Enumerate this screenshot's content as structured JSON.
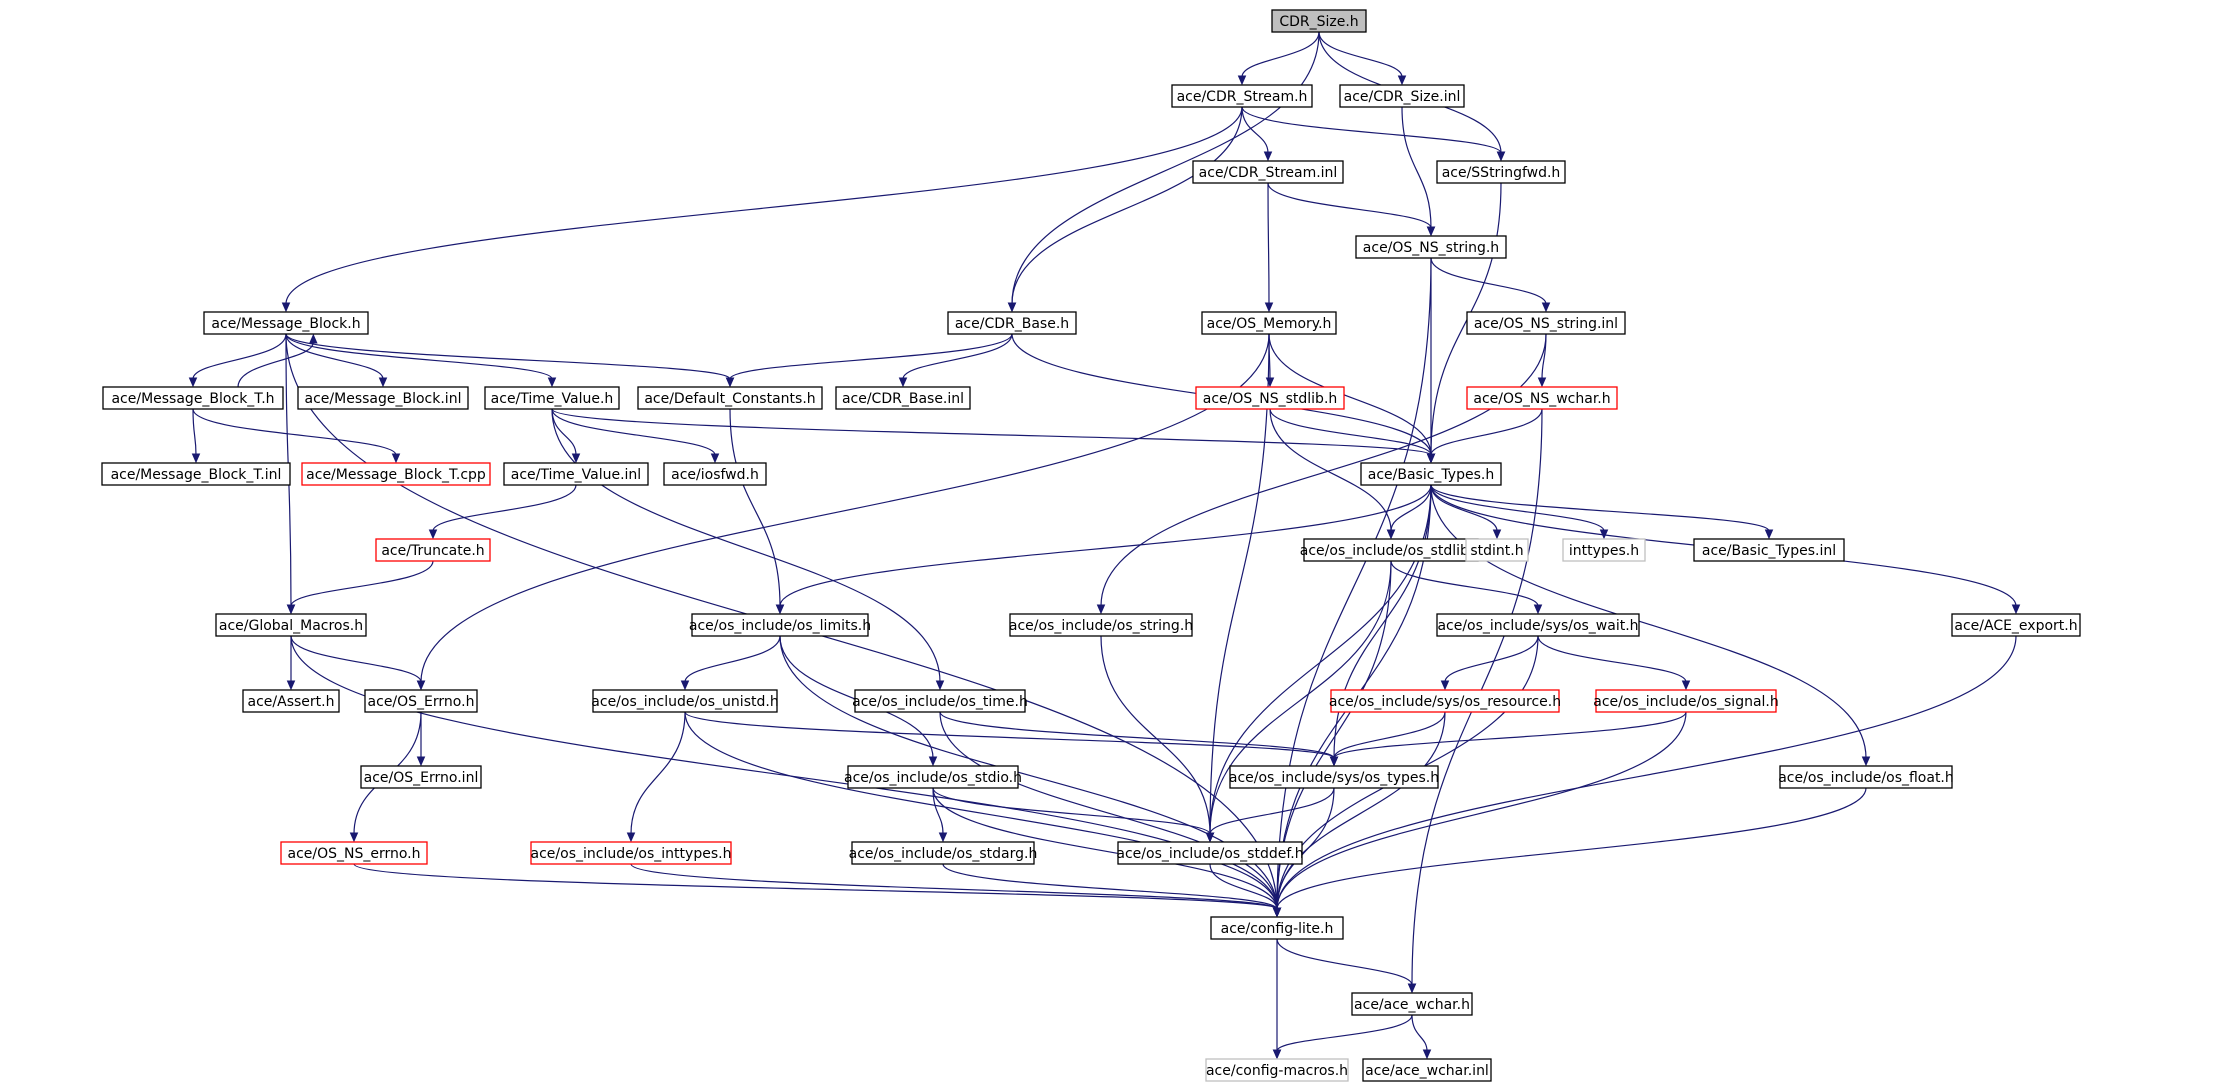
{
  "colors": {
    "edge": "#191970",
    "box_border": "#000000",
    "missing_border": "#ff0000",
    "system_border": "#bfbfbf",
    "root_fill": "#bfbfbf"
  },
  "nodes": [
    {
      "id": "cdr_size_h",
      "label": "CDR_Size.h",
      "style": "root"
    },
    {
      "id": "cdr_stream_h",
      "label": "ace/CDR_Stream.h",
      "style": "normal"
    },
    {
      "id": "cdr_size_inl",
      "label": "ace/CDR_Size.inl",
      "style": "normal"
    },
    {
      "id": "cdr_stream_inl",
      "label": "ace/CDR_Stream.inl",
      "style": "normal"
    },
    {
      "id": "sstringfwd_h",
      "label": "ace/SStringfwd.h",
      "style": "normal"
    },
    {
      "id": "os_ns_string_h",
      "label": "ace/OS_NS_string.h",
      "style": "normal"
    },
    {
      "id": "message_block_h",
      "label": "ace/Message_Block.h",
      "style": "normal"
    },
    {
      "id": "cdr_base_h",
      "label": "ace/CDR_Base.h",
      "style": "normal"
    },
    {
      "id": "os_memory_h",
      "label": "ace/OS_Memory.h",
      "style": "normal"
    },
    {
      "id": "os_ns_string_inl",
      "label": "ace/OS_NS_string.inl",
      "style": "normal"
    },
    {
      "id": "message_block_t_h",
      "label": "ace/Message_Block_T.h",
      "style": "normal"
    },
    {
      "id": "message_block_inl",
      "label": "ace/Message_Block.inl",
      "style": "normal"
    },
    {
      "id": "time_value_h",
      "label": "ace/Time_Value.h",
      "style": "normal"
    },
    {
      "id": "default_constants_h",
      "label": "ace/Default_Constants.h",
      "style": "normal"
    },
    {
      "id": "cdr_base_inl",
      "label": "ace/CDR_Base.inl",
      "style": "normal"
    },
    {
      "id": "os_ns_stdlib_h",
      "label": "ace/OS_NS_stdlib.h",
      "style": "red"
    },
    {
      "id": "os_ns_wchar_h",
      "label": "ace/OS_NS_wchar.h",
      "style": "red"
    },
    {
      "id": "message_block_t_inl",
      "label": "ace/Message_Block_T.inl",
      "style": "normal"
    },
    {
      "id": "message_block_t_cpp",
      "label": "ace/Message_Block_T.cpp",
      "style": "red"
    },
    {
      "id": "time_value_inl",
      "label": "ace/Time_Value.inl",
      "style": "normal"
    },
    {
      "id": "iosfwd_h",
      "label": "ace/iosfwd.h",
      "style": "normal"
    },
    {
      "id": "basic_types_h",
      "label": "ace/Basic_Types.h",
      "style": "normal"
    },
    {
      "id": "truncate_h",
      "label": "ace/Truncate.h",
      "style": "red"
    },
    {
      "id": "os_include_os_stdlib_h",
      "label": "ace/os_include/os_stdlib.h",
      "style": "normal"
    },
    {
      "id": "stdint_h",
      "label": "stdint.h",
      "style": "gray"
    },
    {
      "id": "inttypes_h",
      "label": "inttypes.h",
      "style": "gray"
    },
    {
      "id": "basic_types_inl",
      "label": "ace/Basic_Types.inl",
      "style": "normal"
    },
    {
      "id": "global_macros_h",
      "label": "ace/Global_Macros.h",
      "style": "normal"
    },
    {
      "id": "os_include_os_limits_h",
      "label": "ace/os_include/os_limits.h",
      "style": "normal"
    },
    {
      "id": "os_include_os_string_h",
      "label": "ace/os_include/os_string.h",
      "style": "normal"
    },
    {
      "id": "os_include_sys_os_wait_h",
      "label": "ace/os_include/sys/os_wait.h",
      "style": "normal"
    },
    {
      "id": "ace_export_h",
      "label": "ace/ACE_export.h",
      "style": "normal"
    },
    {
      "id": "assert_h",
      "label": "ace/Assert.h",
      "style": "normal"
    },
    {
      "id": "os_errno_h",
      "label": "ace/OS_Errno.h",
      "style": "normal"
    },
    {
      "id": "os_include_os_unistd_h",
      "label": "ace/os_include/os_unistd.h",
      "style": "normal"
    },
    {
      "id": "os_include_os_time_h",
      "label": "ace/os_include/os_time.h",
      "style": "normal"
    },
    {
      "id": "os_include_sys_os_resource_h",
      "label": "ace/os_include/sys/os_resource.h",
      "style": "red"
    },
    {
      "id": "os_include_os_signal_h",
      "label": "ace/os_include/os_signal.h",
      "style": "red"
    },
    {
      "id": "os_errno_inl",
      "label": "ace/OS_Errno.inl",
      "style": "normal"
    },
    {
      "id": "os_include_os_stdio_h",
      "label": "ace/os_include/os_stdio.h",
      "style": "normal"
    },
    {
      "id": "os_include_sys_os_types_h",
      "label": "ace/os_include/sys/os_types.h",
      "style": "normal"
    },
    {
      "id": "os_include_os_float_h",
      "label": "ace/os_include/os_float.h",
      "style": "normal"
    },
    {
      "id": "os_ns_errno_h",
      "label": "ace/OS_NS_errno.h",
      "style": "red"
    },
    {
      "id": "os_include_os_inttypes_h",
      "label": "ace/os_include/os_inttypes.h",
      "style": "red"
    },
    {
      "id": "os_include_os_stdarg_h",
      "label": "ace/os_include/os_stdarg.h",
      "style": "normal"
    },
    {
      "id": "os_include_os_stddef_h",
      "label": "ace/os_include/os_stddef.h",
      "style": "normal"
    },
    {
      "id": "config_lite_h",
      "label": "ace/config-lite.h",
      "style": "normal"
    },
    {
      "id": "ace_wchar_h",
      "label": "ace/ace_wchar.h",
      "style": "normal"
    },
    {
      "id": "config_macros_h",
      "label": "ace/config-macros.h",
      "style": "gray"
    },
    {
      "id": "ace_wchar_inl",
      "label": "ace/ace_wchar.inl",
      "style": "normal"
    }
  ],
  "edges": [
    [
      "cdr_size_h",
      "cdr_stream_h"
    ],
    [
      "cdr_size_h",
      "cdr_size_inl"
    ],
    [
      "cdr_size_h",
      "sstringfwd_h"
    ],
    [
      "cdr_size_h",
      "cdr_base_h"
    ],
    [
      "cdr_stream_h",
      "message_block_h"
    ],
    [
      "cdr_stream_h",
      "cdr_stream_inl"
    ],
    [
      "cdr_stream_h",
      "sstringfwd_h"
    ],
    [
      "cdr_stream_h",
      "cdr_base_h"
    ],
    [
      "cdr_size_inl",
      "os_ns_string_h"
    ],
    [
      "cdr_stream_inl",
      "os_ns_string_h"
    ],
    [
      "cdr_stream_inl",
      "os_memory_h"
    ],
    [
      "sstringfwd_h",
      "basic_types_h"
    ],
    [
      "os_ns_string_h",
      "os_ns_string_inl"
    ],
    [
      "os_ns_string_h",
      "basic_types_h"
    ],
    [
      "os_ns_string_h",
      "config_lite_h"
    ],
    [
      "message_block_h",
      "message_block_t_h"
    ],
    [
      "message_block_h",
      "message_block_inl"
    ],
    [
      "message_block_h",
      "time_value_h"
    ],
    [
      "message_block_h",
      "default_constants_h"
    ],
    [
      "message_block_h",
      "global_macros_h"
    ],
    [
      "message_block_h",
      "config_lite_h"
    ],
    [
      "message_block_t_h",
      "message_block_h"
    ],
    [
      "message_block_t_h",
      "message_block_t_inl"
    ],
    [
      "message_block_t_h",
      "message_block_t_cpp"
    ],
    [
      "cdr_base_h",
      "default_constants_h"
    ],
    [
      "cdr_base_h",
      "cdr_base_inl"
    ],
    [
      "cdr_base_h",
      "basic_types_h"
    ],
    [
      "os_memory_h",
      "os_ns_stdlib_h"
    ],
    [
      "os_memory_h",
      "basic_types_h"
    ],
    [
      "os_memory_h",
      "os_errno_h"
    ],
    [
      "os_memory_h",
      "os_include_os_stddef_h"
    ],
    [
      "os_ns_string_inl",
      "os_ns_wchar_h"
    ],
    [
      "os_ns_string_inl",
      "os_include_os_string_h"
    ],
    [
      "time_value_h",
      "time_value_inl"
    ],
    [
      "time_value_h",
      "iosfwd_h"
    ],
    [
      "time_value_h",
      "basic_types_h"
    ],
    [
      "time_value_h",
      "os_include_os_time_h"
    ],
    [
      "default_constants_h",
      "os_include_os_limits_h"
    ],
    [
      "os_ns_stdlib_h",
      "basic_types_h"
    ],
    [
      "os_ns_stdlib_h",
      "os_include_os_stdlib_h"
    ],
    [
      "os_ns_wchar_h",
      "basic_types_h"
    ],
    [
      "os_ns_wchar_h",
      "ace_wchar_h"
    ],
    [
      "time_value_inl",
      "truncate_h"
    ],
    [
      "truncate_h",
      "global_macros_h"
    ],
    [
      "basic_types_h",
      "os_include_os_stdlib_h"
    ],
    [
      "basic_types_h",
      "stdint_h"
    ],
    [
      "basic_types_h",
      "inttypes_h"
    ],
    [
      "basic_types_h",
      "basic_types_inl"
    ],
    [
      "basic_types_h",
      "os_include_os_limits_h"
    ],
    [
      "basic_types_h",
      "ace_export_h"
    ],
    [
      "basic_types_h",
      "os_include_os_float_h"
    ],
    [
      "basic_types_h",
      "os_include_sys_os_types_h"
    ],
    [
      "basic_types_h",
      "os_include_os_stddef_h"
    ],
    [
      "basic_types_h",
      "config_lite_h"
    ],
    [
      "os_include_os_stdlib_h",
      "os_include_sys_os_wait_h"
    ],
    [
      "os_include_os_stdlib_h",
      "os_include_os_stddef_h"
    ],
    [
      "os_include_os_stdlib_h",
      "config_lite_h"
    ],
    [
      "global_macros_h",
      "assert_h"
    ],
    [
      "global_macros_h",
      "os_errno_h"
    ],
    [
      "global_macros_h",
      "config_lite_h"
    ],
    [
      "os_include_os_limits_h",
      "os_include_os_unistd_h"
    ],
    [
      "os_include_os_limits_h",
      "os_include_os_stdio_h"
    ],
    [
      "os_include_os_limits_h",
      "config_lite_h"
    ],
    [
      "os_include_os_string_h",
      "os_include_os_stddef_h"
    ],
    [
      "os_include_sys_os_wait_h",
      "os_include_sys_os_resource_h"
    ],
    [
      "os_include_sys_os_wait_h",
      "os_include_os_signal_h"
    ],
    [
      "os_include_sys_os_wait_h",
      "config_lite_h"
    ],
    [
      "ace_export_h",
      "config_lite_h"
    ],
    [
      "os_errno_h",
      "os_errno_inl"
    ],
    [
      "os_errno_h",
      "os_ns_errno_h"
    ],
    [
      "os_include_os_unistd_h",
      "os_include_os_inttypes_h"
    ],
    [
      "os_include_os_unistd_h",
      "os_include_sys_os_types_h"
    ],
    [
      "os_include_os_unistd_h",
      "config_lite_h"
    ],
    [
      "os_include_os_time_h",
      "os_include_sys_os_types_h"
    ],
    [
      "os_include_os_time_h",
      "config_lite_h"
    ],
    [
      "os_include_sys_os_resource_h",
      "os_include_sys_os_types_h"
    ],
    [
      "os_include_sys_os_resource_h",
      "config_lite_h"
    ],
    [
      "os_include_os_signal_h",
      "os_include_sys_os_types_h"
    ],
    [
      "os_include_os_signal_h",
      "config_lite_h"
    ],
    [
      "os_include_os_stdio_h",
      "os_include_os_stdarg_h"
    ],
    [
      "os_include_os_stdio_h",
      "os_include_os_stddef_h"
    ],
    [
      "os_include_os_stdio_h",
      "config_lite_h"
    ],
    [
      "os_include_sys_os_types_h",
      "os_include_os_stddef_h"
    ],
    [
      "os_include_sys_os_types_h",
      "config_lite_h"
    ],
    [
      "os_include_os_float_h",
      "config_lite_h"
    ],
    [
      "os_ns_errno_h",
      "config_lite_h"
    ],
    [
      "os_include_os_inttypes_h",
      "config_lite_h"
    ],
    [
      "os_include_os_stdarg_h",
      "config_lite_h"
    ],
    [
      "os_include_os_stddef_h",
      "config_lite_h"
    ],
    [
      "config_lite_h",
      "ace_wchar_h"
    ],
    [
      "config_lite_h",
      "config_macros_h"
    ],
    [
      "ace_wchar_h",
      "config_macros_h"
    ],
    [
      "ace_wchar_h",
      "ace_wchar_inl"
    ]
  ]
}
